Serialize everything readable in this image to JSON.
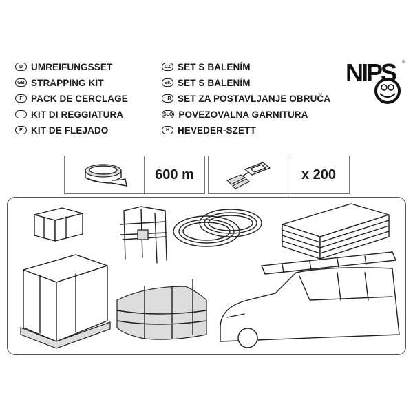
{
  "languages": {
    "left": [
      {
        "code": "D",
        "text": "UMREIFUNGSSET"
      },
      {
        "code": "GB",
        "text": "STRAPPING KIT"
      },
      {
        "code": "F",
        "text": "PACK DE CERCLAGE"
      },
      {
        "code": "I",
        "text": "KIT DI REGGIATURA"
      },
      {
        "code": "E",
        "text": "KIT DE FLEJADO"
      }
    ],
    "right": [
      {
        "code": "CZ",
        "text": "SET S BALENÍM"
      },
      {
        "code": "SK",
        "text": "SET S BALENÍM"
      },
      {
        "code": "HR",
        "text": "SET ZA POSTAVLJANJE OBRUČA"
      },
      {
        "code": "SLO",
        "text": "POVEZOVALNA GARNITURA"
      },
      {
        "code": "H",
        "text": "HEVEDER-SZETT"
      }
    ]
  },
  "logo": {
    "text": "NIPS"
  },
  "contents": {
    "strap_length": "600 m",
    "buckle_count": "x 200"
  }
}
